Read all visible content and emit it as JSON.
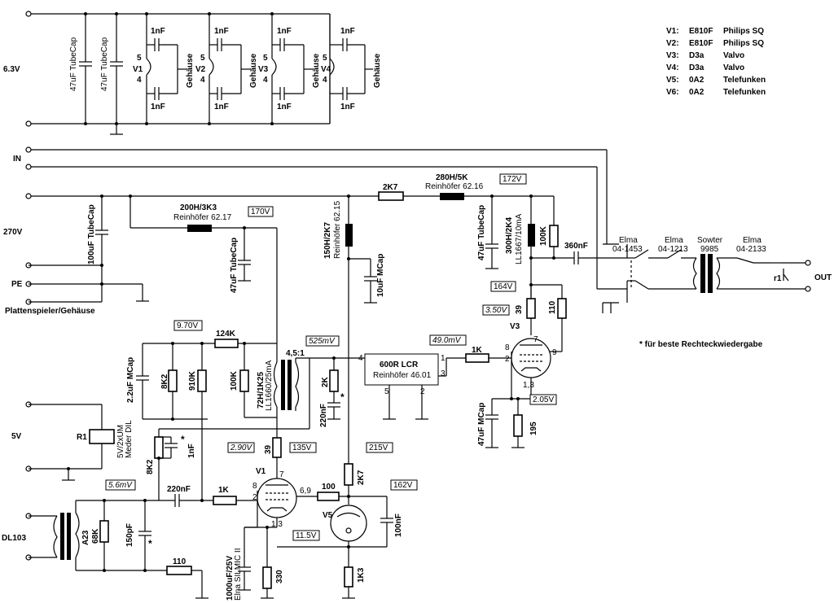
{
  "rails": {
    "v63": "6.3V",
    "in": "IN",
    "v270": "270V",
    "pe": "PE",
    "plattenspieler": "Plattenspieler/Gehäuse",
    "v5": "5V",
    "dl103": "DL103",
    "out": "OUT"
  },
  "tube_list": [
    {
      "id": "V1:",
      "type": "E810F",
      "maker": "Philips SQ"
    },
    {
      "id": "V2:",
      "type": "E810F",
      "maker": "Philips SQ"
    },
    {
      "id": "V3:",
      "type": "D3a",
      "maker": "Valvo"
    },
    {
      "id": "V4:",
      "type": "D3a",
      "maker": "Valvo"
    },
    {
      "id": "V5:",
      "type": "0A2",
      "maker": "Telefunken"
    },
    {
      "id": "V6:",
      "type": "0A2",
      "maker": "Telefunken"
    }
  ],
  "note": "*  für beste Rechteckwiedergabe",
  "heater": {
    "cap1": "47uF TubeCap",
    "cap2": "47uF TubeCap",
    "nf": "1nF",
    "gehause": "Gehäuse",
    "pin5": "5",
    "pin4": "4",
    "tubes": [
      "V1",
      "V2",
      "V3",
      "V4"
    ]
  },
  "psu": {
    "cap_100uf": "100uF TubeCap",
    "choke1_name": "200H/3K3",
    "choke1_make": "Reinhöfer 62.17",
    "volt_170": "170V",
    "cap_47uf": "47uF TubeCap",
    "r_2k7": "2K7",
    "choke2_name": "280H/5K",
    "choke2_make": "Reinhöfer 62.16",
    "volt_172": "172V",
    "choke3_name": "150H/2K7",
    "choke3_make": "Reinhöfer 62.15",
    "cap_10uf": "10uF MCap",
    "cap_47uf_v3": "47uF TubeCap",
    "choke4_name": "300H/2K4",
    "choke4_make": "LL1667/10mA",
    "r_100k": "100K",
    "cap_360nf": "360nF",
    "volt_164": "164V"
  },
  "output": {
    "elma1_a": "Elma",
    "elma1_b": "04-1453",
    "elma2_a": "Elma",
    "elma2_b": "04-1213",
    "sowter_a": "Sowter",
    "sowter_b": "9985",
    "elma3_a": "Elma",
    "elma3_b": "04-2133",
    "r1": "r1"
  },
  "v3_stage": {
    "volt_350": "3.50V",
    "r_39": "39",
    "r_110": "110",
    "tube": "V3",
    "volt_49": "49.0mV",
    "r_1k": "1K",
    "pin8": "8",
    "pin7": "7",
    "pin2": "2",
    "pin9": "9",
    "pin13": "1,3",
    "volt_205": "2.05V",
    "cap_47uf": "47uF MCap",
    "r_195": "195"
  },
  "lcr": {
    "name": "600R LCR",
    "make": "Reinhöfer 46.01",
    "p1": "1",
    "p2": "2",
    "p3": "3",
    "p4": "4",
    "p5": "5"
  },
  "mid": {
    "volt_970": "9.70V",
    "r_124k": "124K",
    "cap_22uf": "2.2uF MCap",
    "r_8k2": "8K2",
    "r_910k": "910K",
    "r_100k": "100K",
    "choke_name": "72H/1K25",
    "choke_make": "LL1660/25mA",
    "ratio": "4,5:1",
    "volt_525": "525mV",
    "r_2k": "2K",
    "cap_220nf": "220nF",
    "star": "*"
  },
  "input": {
    "r1": "R1",
    "meter_a": "5V/2xUM",
    "meter_b": "Meder DIL",
    "r_8k2": "8K2",
    "cap_1nf": "1nF",
    "star": "*",
    "volt_290": "2.90V",
    "r_39": "39",
    "volt_135": "135V",
    "volt_215": "215V",
    "volt_56": "5.6mV",
    "cap_220nf": "220nF",
    "r_1k": "1K",
    "tube": "V1",
    "pin8": "8",
    "pin7": "7",
    "pin2": "2",
    "pin69": "6,9",
    "pin13": "1,3",
    "r_100": "100",
    "r_2k7": "2K7",
    "volt_162": "162V",
    "v5": "V5",
    "cap_100nf": "100nF",
    "xfmr": "A23",
    "r_68k": "68K",
    "cap_150pf": "150pF",
    "star2": "*",
    "r_110": "110",
    "volt_115": "11.5V",
    "cap_1000uf_a": "1000uF/25V",
    "cap_1000uf_b": "Elna SILMIC II",
    "r_330": "330",
    "r_1k3": "1K3"
  }
}
